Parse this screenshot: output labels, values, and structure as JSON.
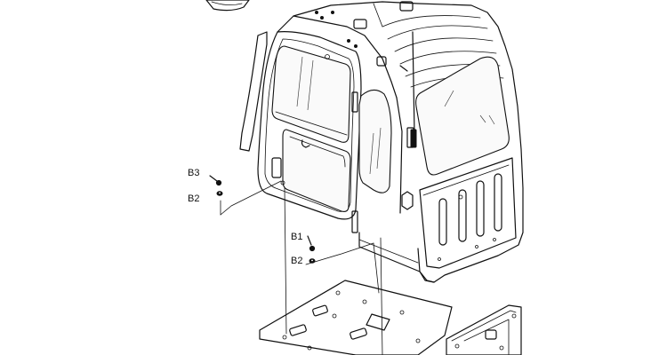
{
  "diagram": {
    "callouts": [
      {
        "id": "b3",
        "text": "B3"
      },
      {
        "id": "b2-left",
        "text": "B2"
      },
      {
        "id": "b1",
        "text": "B1"
      },
      {
        "id": "b2-center",
        "text": "B2"
      }
    ]
  }
}
